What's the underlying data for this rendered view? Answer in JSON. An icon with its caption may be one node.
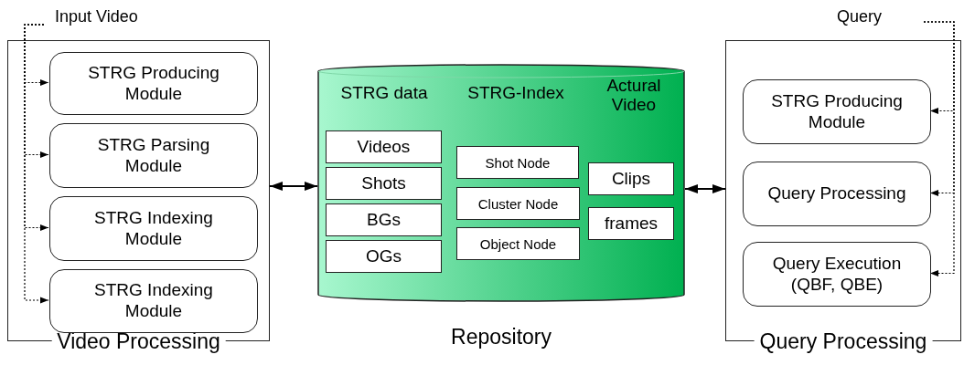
{
  "diagram": {
    "nodes": [
      {
        "text": [
          "Input Video"
        ]
      },
      {
        "text": [
          "Video Processing"
        ]
      },
      {
        "text": [
          "STRG Producing Module"
        ],
        "in": 1
      },
      {
        "text": [
          "STRG Parsing Module"
        ],
        "in": 1
      },
      {
        "text": [
          "STRG Indexing Module"
        ],
        "in": 1
      },
      {
        "text": [
          "STRG Indexing Module"
        ],
        "in": 1
      },
      {
        "text": [
          "Repository"
        ]
      },
      {
        "text": [
          "Videos"
        ],
        "in": 6
      },
      {
        "text": [
          "Shots"
        ],
        "in": 6
      },
      {
        "text": [
          "BGs"
        ],
        "in": 6
      },
      {
        "text": [
          "OGs"
        ],
        "in": 6
      },
      {
        "text": [
          "Shot Node"
        ],
        "in": 6
      },
      {
        "text": [
          "Cluster Node"
        ],
        "in": 6
      },
      {
        "text": [
          "Object Node"
        ],
        "in": 6
      },
      {
        "text": [
          "Clips"
        ],
        "in": 6
      },
      {
        "text": [
          "frames"
        ],
        "in": 6
      },
      {
        "text": [
          "Query"
        ]
      },
      {
        "text": [
          "Query Processing"
        ]
      },
      {
        "text": [
          "STRG Producing Module"
        ],
        "in": 17
      },
      {
        "text": [
          "Query Processing"
        ],
        "in": 17
      },
      {
        "text": [
          "Query Execution (QBF, QBE)"
        ],
        "in": 17
      }
    ],
    "edges": [
      {
        "from": 0,
        "to": 2,
        "arrow": "to",
        "style": "dashed"
      },
      {
        "from": 0,
        "to": 3,
        "arrow": "to",
        "style": "dashed"
      },
      {
        "from": 0,
        "to": 4,
        "arrow": "to",
        "style": "dashed"
      },
      {
        "from": 0,
        "to": 5,
        "arrow": "to",
        "style": "dashed"
      },
      {
        "from": 1,
        "to": 6,
        "arrow": "both"
      },
      {
        "from": 6,
        "to": 17,
        "arrow": "both"
      },
      {
        "from": 16,
        "to": 18,
        "arrow": "to",
        "style": "dashed"
      },
      {
        "from": 16,
        "to": 19,
        "arrow": "to",
        "style": "dashed"
      },
      {
        "from": 16,
        "to": 20,
        "arrow": "to",
        "style": "dashed"
      }
    ],
    "labels": [
      "STRG data",
      "STRG-Index",
      "Actural Video"
    ]
  }
}
